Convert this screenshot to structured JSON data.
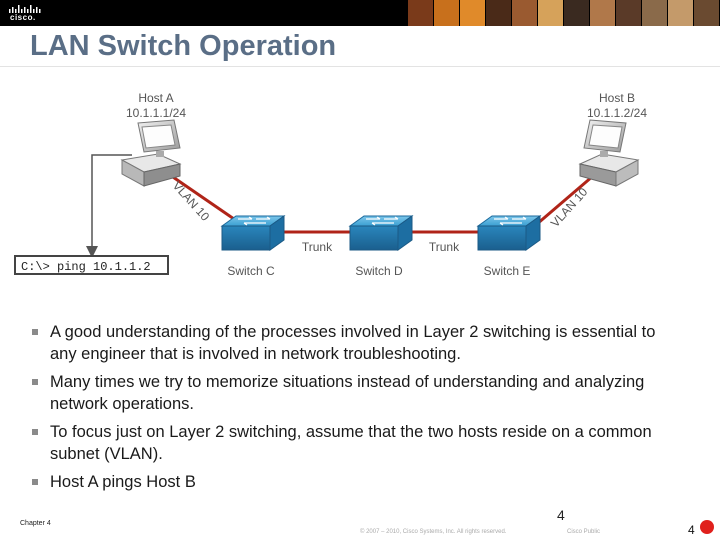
{
  "header": {
    "logo_text": "cisco.",
    "photo_colors": [
      "#7a3a1a",
      "#c8701c",
      "#e08a2a",
      "#4a2a18",
      "#9a5a30",
      "#d6a25a",
      "#3a2a20",
      "#b0784a",
      "#5a3a28",
      "#8a6a4a",
      "#c49a6a",
      "#6a4a30"
    ]
  },
  "slide": {
    "title": "LAN Switch Operation"
  },
  "diagram": {
    "host_a": {
      "name": "Host A",
      "ip": "10.1.1.1/24"
    },
    "host_b": {
      "name": "Host B",
      "ip": "10.1.1.2/24"
    },
    "vlan_left": "VLAN 10",
    "vlan_right": "VLAN 10",
    "switch_c": "Switch C",
    "switch_d": "Switch D",
    "switch_e": "Switch E",
    "trunk_left": "Trunk",
    "trunk_right": "Trunk",
    "command": "C:\\> ping 10.1.1.2",
    "colors": {
      "switch": "#2e8fc4",
      "link": "#a8201a",
      "link_vlan": "#c03020"
    }
  },
  "bullets": [
    {
      "text": "A good understanding of the processes involved in Layer 2 switching is essential to any engineer that is involved in network troubleshooting."
    },
    {
      "text": "Many times we try to memorize situations instead of understanding and analyzing network operations."
    },
    {
      "text": "To focus just on Layer 2 switching, assume that the two hosts reside on a common subnet (VLAN)."
    },
    {
      "text": "Host A pings Host B"
    }
  ],
  "footer": {
    "chapter": "Chapter 4",
    "copyright": "© 2007 – 2010, Cisco Systems, Inc. All rights reserved.",
    "classification": "Cisco Public",
    "page_center": "4",
    "page_right": "4"
  }
}
